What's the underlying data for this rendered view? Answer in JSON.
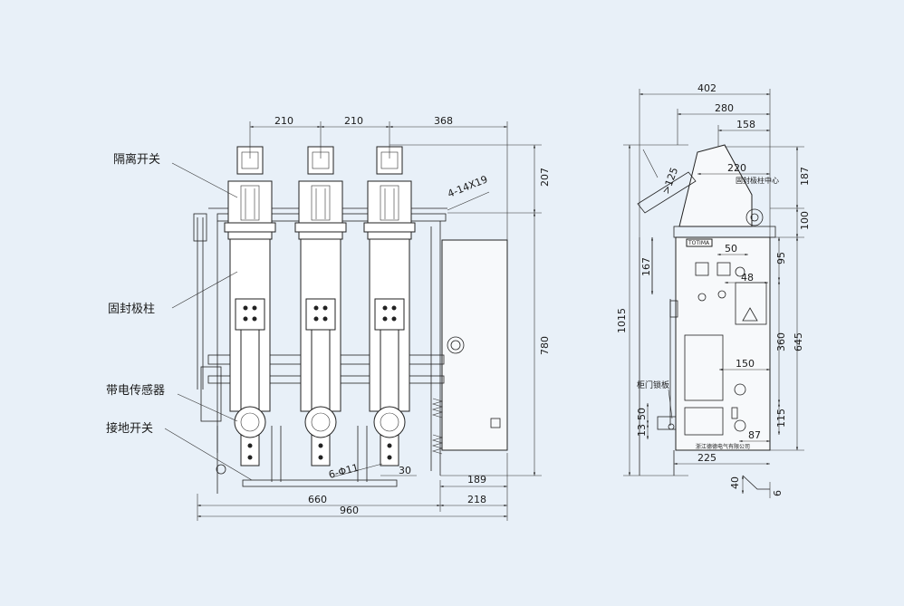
{
  "labels": {
    "isolator": "隔离开关",
    "pole": "固封极柱",
    "sensor": "带电传感器",
    "earth": "接地开关",
    "lock_plate": "柜门锁板",
    "pole_center": "固封极柱中心",
    "nameplate": "TOTIMA",
    "maker": "浙江德德电气有限公司",
    "hole_a": "4-14X19",
    "hole_b": "6-Φ11"
  },
  "dims_front": {
    "d210a": "210",
    "d210b": "210",
    "d368": "368",
    "d207": "207",
    "d780": "780",
    "d660": "660",
    "d960": "960",
    "d218": "218",
    "d189": "189",
    "d30": "30"
  },
  "dims_side": {
    "d402": "402",
    "d280": "280",
    "d158": "158",
    "d220": "220",
    "d125": ">125",
    "d187": "187",
    "d100": "100",
    "d50a": "50",
    "d48": "48",
    "d167": "167",
    "d95": "95",
    "d1015": "1015",
    "d645": "645",
    "d360": "360",
    "d150": "150",
    "d115": "115",
    "d50b": "50",
    "d13": "13",
    "d87": "87",
    "d225": "225",
    "d40": "40",
    "d6": "6"
  },
  "colors": {
    "background": "#e8f0f8",
    "line": "#222222"
  }
}
